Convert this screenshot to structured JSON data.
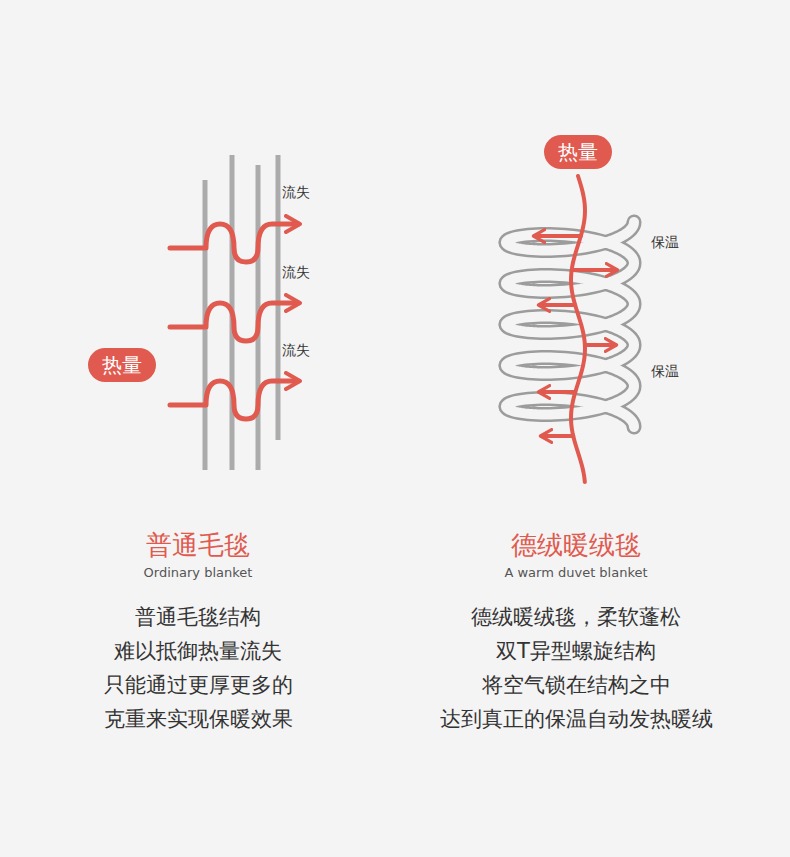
{
  "diagram": {
    "nodes": [
      {
        "text": [
          "热量"
        ]
      },
      {
        "text": [
          "热量"
        ]
      }
    ],
    "labels": [
      "流失",
      "流失",
      "流失",
      "普通毛毯",
      "Ordinary blanket",
      "普通毛毯结构 难以抵御热量流失 只能通过更厚更多的 克重来实现保暖效果",
      "保温",
      "保温",
      "德绒暖绒毯",
      "A warm duvet blanket",
      "德绒暖绒毯，柔软蓬松 双T异型螺旋结构 将空气锁在结构之中 达到真正的保温自动发热暖绒"
    ]
  }
}
